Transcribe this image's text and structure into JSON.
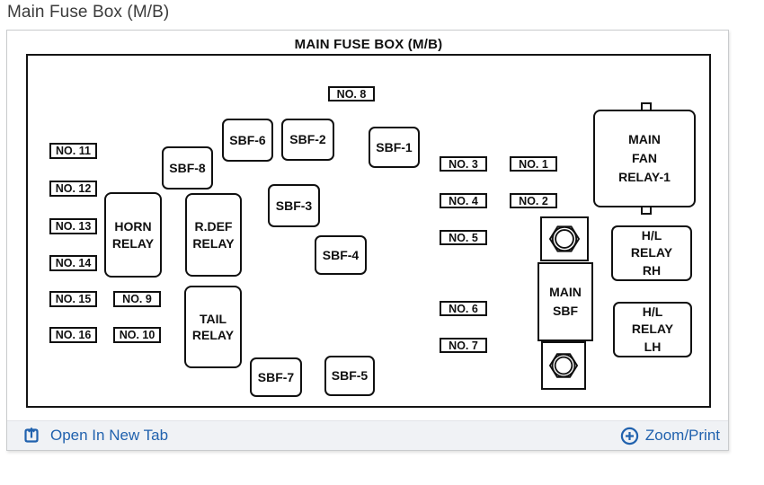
{
  "page": {
    "title": "Main Fuse Box (M/B)"
  },
  "diagram": {
    "title": "MAIN FUSE BOX (M/B)",
    "labels": {
      "no1": "NO. 1",
      "no2": "NO. 2",
      "no3": "NO. 3",
      "no4": "NO. 4",
      "no5": "NO. 5",
      "no6": "NO. 6",
      "no7": "NO. 7",
      "no8": "NO. 8",
      "no9": "NO. 9",
      "no10": "NO. 10",
      "no11": "NO. 11",
      "no12": "NO. 12",
      "no13": "NO. 13",
      "no14": "NO. 14",
      "no15": "NO. 15",
      "no16": "NO. 16"
    },
    "boxes": {
      "sbf1": "SBF-1",
      "sbf2": "SBF-2",
      "sbf3": "SBF-3",
      "sbf4": "SBF-4",
      "sbf5": "SBF-5",
      "sbf6": "SBF-6",
      "sbf7": "SBF-7",
      "sbf8": "SBF-8",
      "horn_relay": "HORN\nRELAY",
      "rdef_relay": "R.DEF\nRELAY",
      "tail_relay": "TAIL\nRELAY",
      "main_fan_relay": "MAIN\nFAN\nRELAY-1",
      "hl_relay_rh": "H/L\nRELAY\nRH",
      "hl_relay_lh": "H/L\nRELAY\nLH",
      "main_sbf": "MAIN\nSBF"
    },
    "icons": {
      "bolt_top": "hex-bolt-icon",
      "bolt_bottom": "hex-bolt-icon"
    }
  },
  "footer": {
    "open_in_new_tab": "Open In New Tab",
    "zoom_print": "Zoom/Print"
  },
  "colors": {
    "link_blue": "#2162ae",
    "diagram_line": "#101010",
    "footer_bg": "#f0f2f5",
    "panel_border": "#c9cbcd",
    "title_gray": "#3b3b3b"
  }
}
